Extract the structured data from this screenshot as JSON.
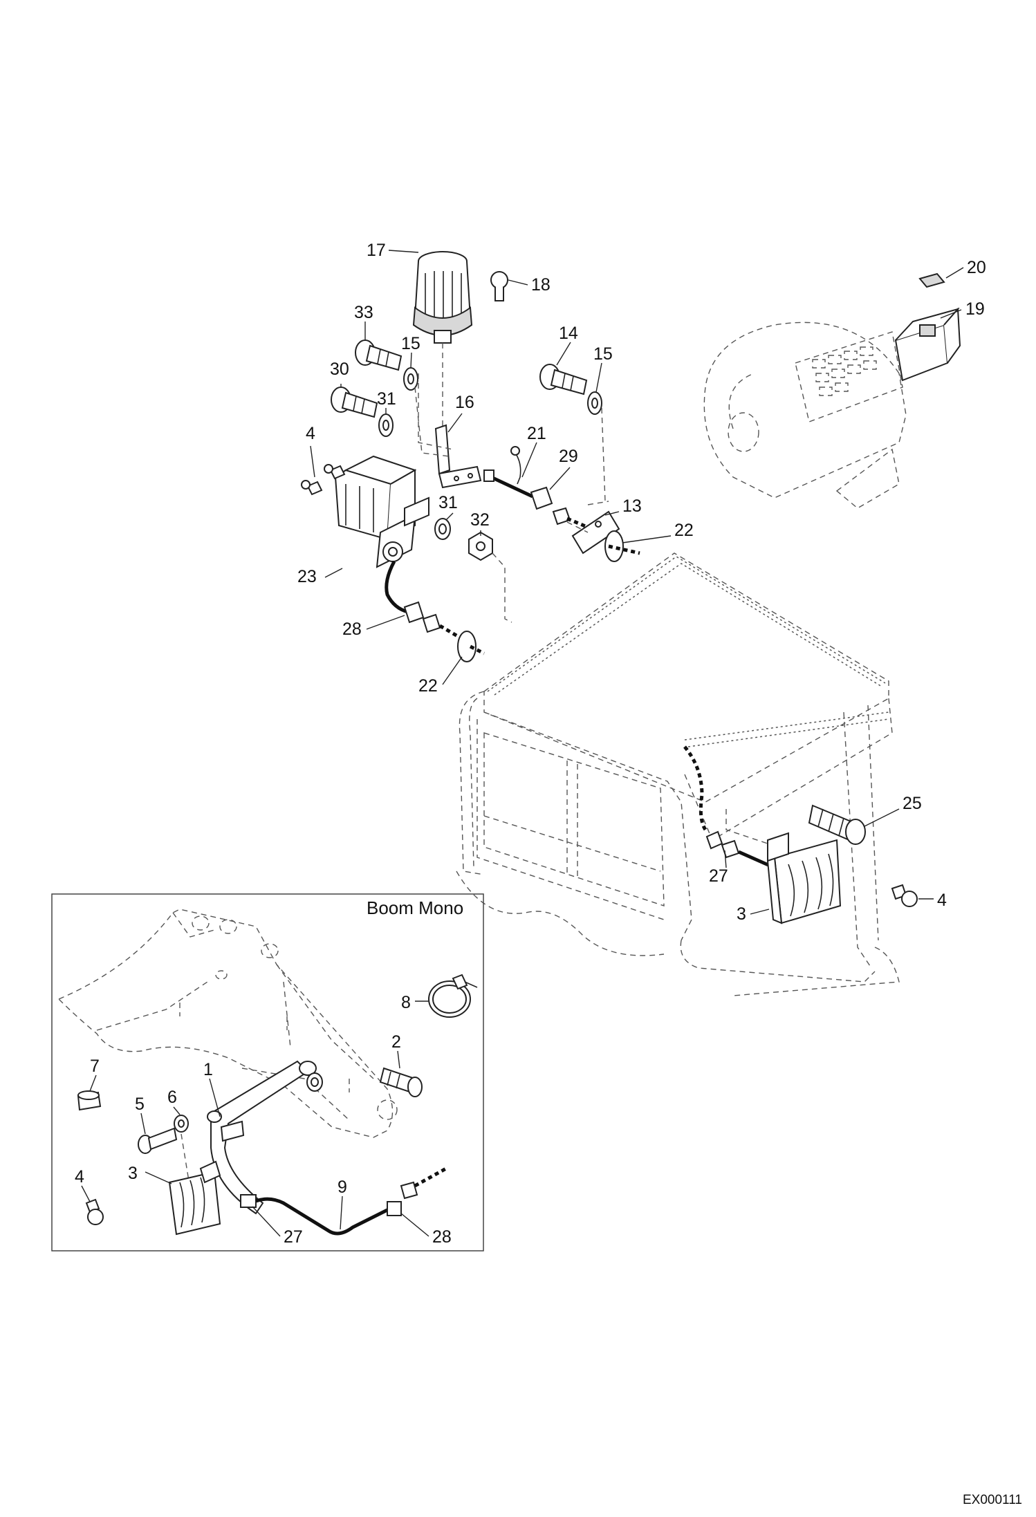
{
  "inset": {
    "title": "Boom Mono"
  },
  "drawing_code": "EX000111",
  "callouts": {
    "c17": "17",
    "c18": "18",
    "c20": "20",
    "c19": "19",
    "c33": "33",
    "c15a": "15",
    "c14": "14",
    "c15b": "15",
    "c30": "30",
    "c31a": "31",
    "c16": "16",
    "c4a": "4",
    "c21": "21",
    "c29": "29",
    "c13": "13",
    "c31b": "31",
    "c32": "32",
    "c22a": "22",
    "c23": "23",
    "c28a": "28",
    "c22b": "22",
    "c25": "25",
    "c27a": "27",
    "c3a": "3",
    "c4b": "4",
    "c8": "8",
    "c2": "2",
    "c7": "7",
    "c1": "1",
    "c6": "6",
    "c5": "5",
    "c3b": "3",
    "c4c": "4",
    "c9": "9",
    "c27b": "27",
    "c28b": "28"
  }
}
